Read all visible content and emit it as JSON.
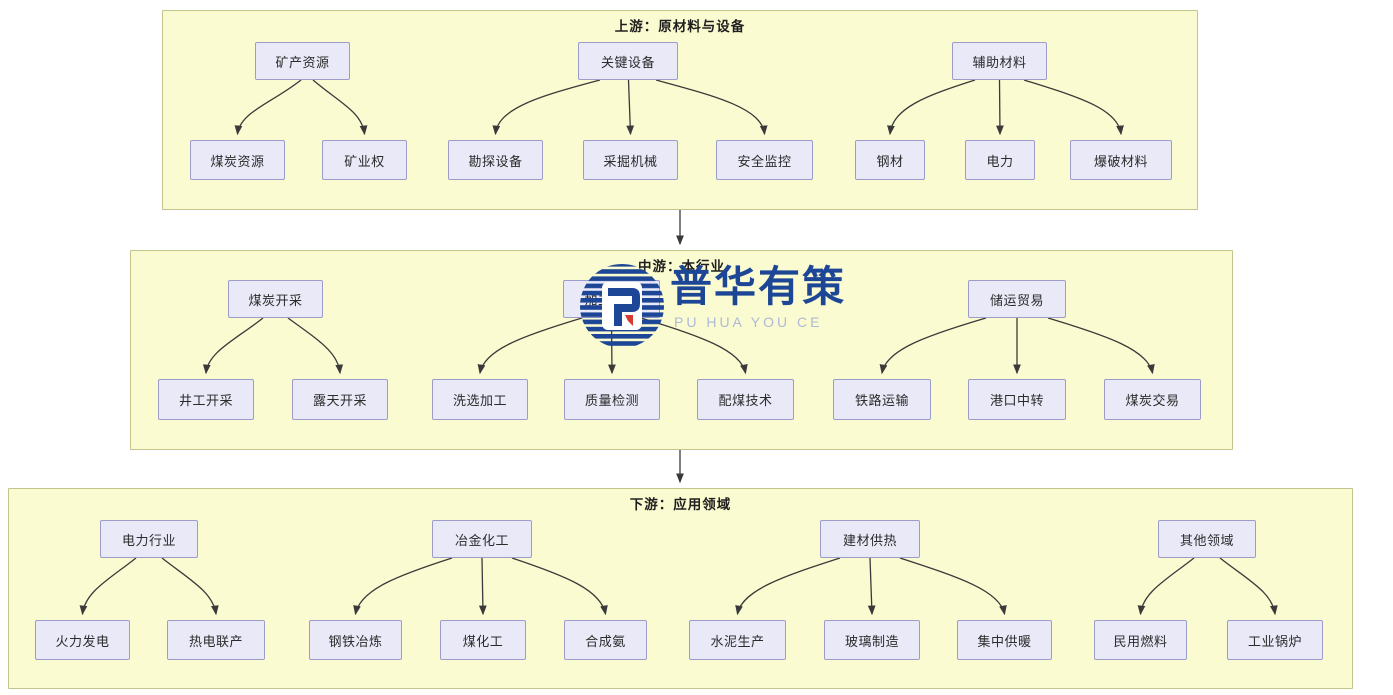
{
  "watermark": {
    "brand_cn": "普华有策",
    "brand_en": "PU HUA YOU CE",
    "logo_blue": "#1d4796",
    "logo_red": "#d63a2f"
  },
  "colors": {
    "section_bg": "#fbfbd1",
    "section_border": "#c2c48b",
    "node_bg": "#e9e9f8",
    "node_border": "#9c9ccb",
    "arrow": "#3a3a3a"
  },
  "sections": [
    {
      "title": "上游：原材料与设备",
      "groups": [
        {
          "parent": "矿产资源",
          "children": [
            "煤炭资源",
            "矿业权"
          ]
        },
        {
          "parent": "关键设备",
          "children": [
            "勘探设备",
            "采掘机械",
            "安全监控"
          ]
        },
        {
          "parent": "辅助材料",
          "children": [
            "钢材",
            "电力",
            "爆破材料"
          ]
        }
      ]
    },
    {
      "title": "中游：本行业",
      "groups": [
        {
          "parent": "煤炭开采",
          "children": [
            "井工开采",
            "露天开采"
          ]
        },
        {
          "parent": "加工洗选",
          "children": [
            "洗选加工",
            "质量检测",
            "配煤技术"
          ]
        },
        {
          "parent": "储运贸易",
          "children": [
            "铁路运输",
            "港口中转",
            "煤炭交易"
          ]
        }
      ]
    },
    {
      "title": "下游：应用领域",
      "groups": [
        {
          "parent": "电力行业",
          "children": [
            "火力发电",
            "热电联产"
          ]
        },
        {
          "parent": "冶金化工",
          "children": [
            "钢铁冶炼",
            "煤化工",
            "合成氨"
          ]
        },
        {
          "parent": "建材供热",
          "children": [
            "水泥生产",
            "玻璃制造",
            "集中供暖"
          ]
        },
        {
          "parent": "其他领域",
          "children": [
            "民用燃料",
            "工业锅炉"
          ]
        }
      ]
    }
  ]
}
